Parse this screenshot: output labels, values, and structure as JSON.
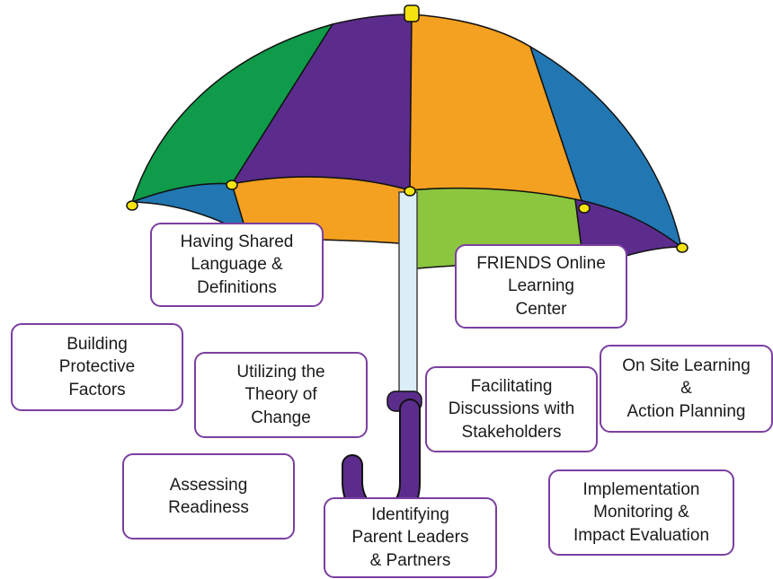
{
  "colors": {
    "green": "#0f9b4a",
    "purple": "#5b2c8c",
    "orange": "#f4a020",
    "blue": "#2277b3",
    "light_green": "#8cc63f",
    "yellow_tips": "#f4e30f",
    "box_border": "#7b3fa0"
  },
  "boxes": {
    "shared_language": "Having Shared\nLanguage &\nDefinitions",
    "friends_online": "FRIENDS Online\nLearning\nCenter",
    "protective_factors": "Building\nProtective\nFactors",
    "theory_of_change": "Utilizing the\nTheory of\nChange",
    "facilitating_discussions": "Facilitating\nDiscussions with\nStakeholders",
    "on_site_learning": "On Site Learning\n&\nAction Planning",
    "assessing_readiness": "Assessing\nReadiness",
    "parent_leaders": "Identifying\nParent Leaders\n& Partners",
    "implementation_monitoring": "Implementation\nMonitoring &\nImpact Evaluation"
  }
}
